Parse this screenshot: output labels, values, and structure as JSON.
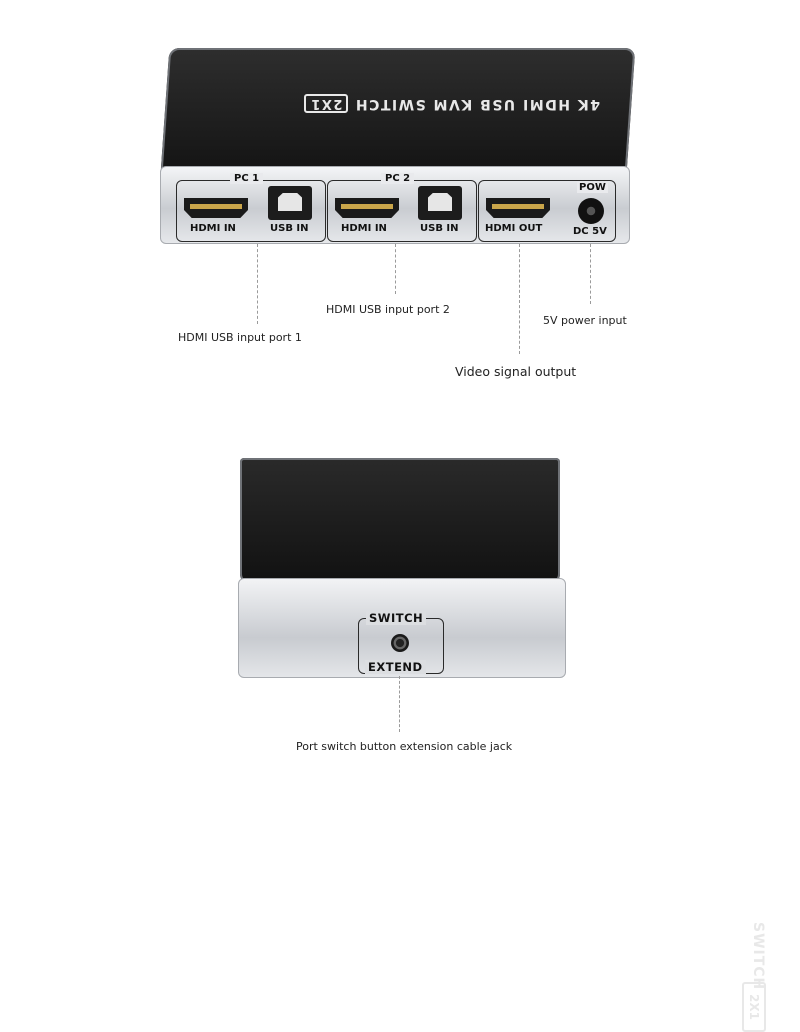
{
  "device_front": {
    "title": "4K HDMI USB KVM SWITCH",
    "title_badge": "2X1",
    "groups": [
      {
        "label": "PC 1",
        "ports": [
          "HDMI IN",
          "USB IN"
        ]
      },
      {
        "label": "PC 2",
        "ports": [
          "HDMI IN",
          "USB IN"
        ]
      }
    ],
    "output_port": "HDMI OUT",
    "power_label_top": "POW",
    "power_label_bottom": "DC 5V"
  },
  "device_side": {
    "title": "SWITCH",
    "title_badge": "2X1",
    "jack_label_top": "SWITCH",
    "jack_label_bottom": "EXTEND"
  },
  "captions": {
    "port1": "HDMI USB input port 1",
    "port2": "HDMI USB input port 2",
    "video_out": "Video signal output",
    "power": "5V power input",
    "jack": "Port switch button extension cable jack"
  },
  "colors": {
    "device_top": "#1a1a1a",
    "device_body": "#d2d5d9",
    "connector_pins": "#c9a54a"
  }
}
